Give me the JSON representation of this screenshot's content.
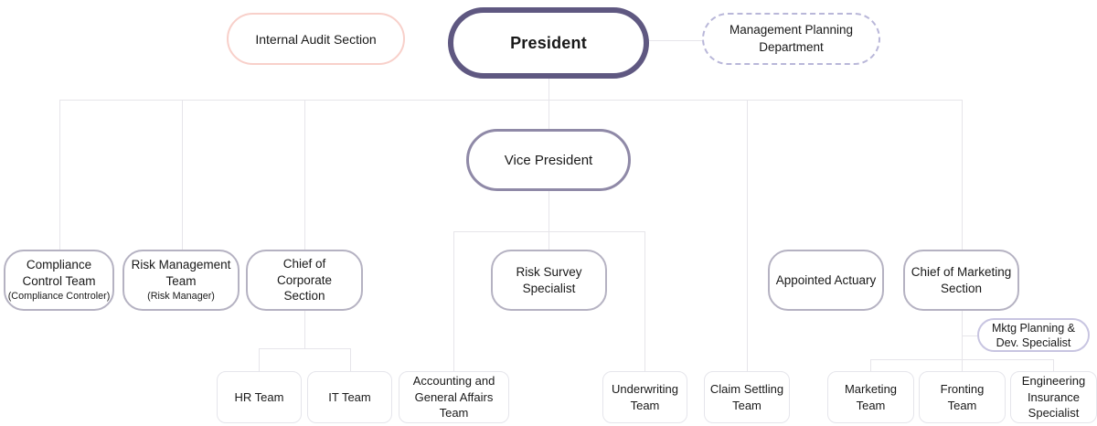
{
  "title": "Organization Chart",
  "colors": {
    "president_border": "#5f5881",
    "vp_border": "#8f89a7",
    "level2_border": "#b5b2c2",
    "audit_border": "#f8d0ca",
    "planning_border": "#b9b7d9",
    "mktg_border": "#c8c5e1",
    "leaf_border": "#e5e5eb",
    "connector": "#e6e5ea",
    "text": "#191919"
  },
  "nodes": {
    "internal_audit": {
      "label": "Internal Audit Section"
    },
    "president": {
      "label": "President"
    },
    "management_planning": {
      "label": "Management Planning\nDepartment"
    },
    "vice_president": {
      "label": "Vice President"
    },
    "compliance_control": {
      "label": "Compliance\nControl Team",
      "sublabel": "(Compliance Controler)"
    },
    "risk_management": {
      "label": "Risk Management\nTeam",
      "sublabel": "(Risk Manager)"
    },
    "chief_corporate": {
      "label": "Chief of\nCorporate\nSection"
    },
    "risk_survey": {
      "label": "Risk Survey\nSpecialist"
    },
    "appointed_actuary": {
      "label": "Appointed Actuary"
    },
    "chief_marketing": {
      "label": "Chief of Marketing\nSection"
    },
    "mktg_planning": {
      "label": "Mktg Planning &\nDev. Specialist"
    },
    "hr_team": {
      "label": "HR Team"
    },
    "it_team": {
      "label": "IT Team"
    },
    "accounting_team": {
      "label": "Accounting and\nGeneral Affairs Team"
    },
    "underwriting_team": {
      "label": "Underwriting\nTeam"
    },
    "claim_settling_team": {
      "label": "Claim Settling\nTeam"
    },
    "marketing_team": {
      "label": "Marketing\nTeam"
    },
    "fronting_team": {
      "label": "Fronting\nTeam"
    },
    "engineering_specialist": {
      "label": "Engineering\nInsurance\nSpecialist"
    }
  }
}
